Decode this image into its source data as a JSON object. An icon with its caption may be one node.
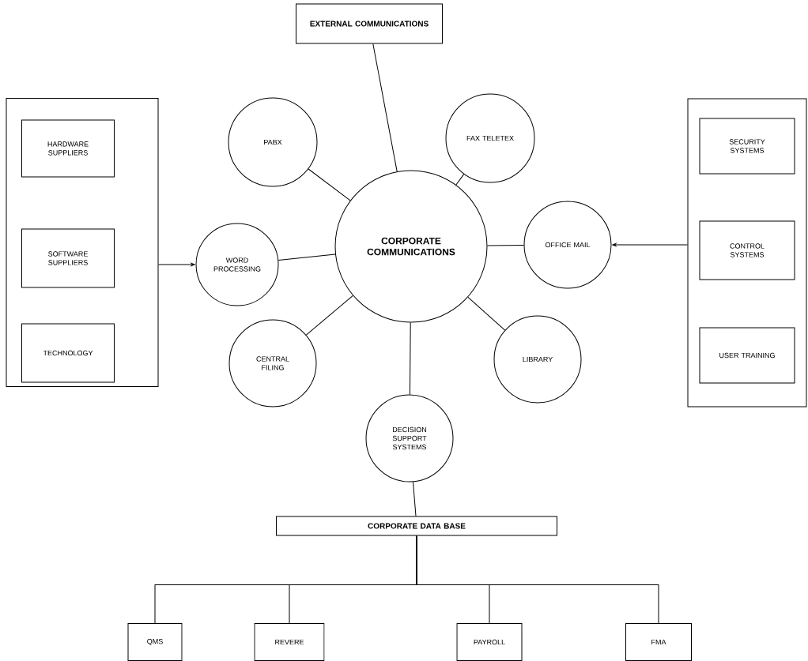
{
  "diagram": {
    "nodes": [
      {
        "text": [
          "EXTERNAL COMMUNICATIONS"
        ]
      },
      {
        "text": [],
        "shape": "box"
      },
      {
        "text": [
          "HARDWARE SUPPLIERS"
        ],
        "in": 1
      },
      {
        "text": [
          "SOFTWARE SUPPLIERS"
        ],
        "in": 1
      },
      {
        "text": [
          "TECHNOLOGY"
        ],
        "in": 1
      },
      {
        "text": [],
        "shape": "box"
      },
      {
        "text": [
          "SECURITY SYSTEMS"
        ],
        "in": 5
      },
      {
        "text": [
          "CONTROL SYSTEMS"
        ],
        "in": 5
      },
      {
        "text": [
          "USER TRAINING"
        ],
        "in": 5
      },
      {
        "text": [
          "CORPORATE COMMUNICATIONS"
        ]
      },
      {
        "text": [
          "PABX"
        ]
      },
      {
        "text": [
          "FAX TELETEX"
        ]
      },
      {
        "text": [
          "WORD PROCESSING"
        ]
      },
      {
        "text": [
          "OFFICE MAIL"
        ]
      },
      {
        "text": [
          "CENTRAL FILING"
        ]
      },
      {
        "text": [
          "LIBRARY"
        ]
      },
      {
        "text": [
          "DECISION SUPPORT SYSTEMS"
        ]
      },
      {
        "text": [
          "CORPORATE DATA BASE"
        ]
      },
      {
        "text": [
          "QMS"
        ]
      },
      {
        "text": [
          "REVERE"
        ]
      },
      {
        "text": [
          "PAYROLL"
        ]
      },
      {
        "text": [
          "FMA"
        ]
      }
    ],
    "edges": [
      {
        "from": 0,
        "to": 9,
        "arrow": "none"
      },
      {
        "from": 10,
        "to": 9,
        "arrow": "none"
      },
      {
        "from": 11,
        "to": 9,
        "arrow": "none"
      },
      {
        "from": 12,
        "to": 9,
        "arrow": "none"
      },
      {
        "from": 13,
        "to": 9,
        "arrow": "none"
      },
      {
        "from": 14,
        "to": 9,
        "arrow": "none"
      },
      {
        "from": 15,
        "to": 9,
        "arrow": "none"
      },
      {
        "from": 16,
        "to": 9,
        "arrow": "none"
      },
      {
        "from": 1,
        "to": 12,
        "arrow": "to"
      },
      {
        "from": 5,
        "to": 13,
        "arrow": "to"
      },
      {
        "from": 16,
        "to": 17,
        "arrow": "none"
      },
      {
        "from": 17,
        "to": 18,
        "arrow": "none"
      },
      {
        "from": 17,
        "to": 19,
        "arrow": "none"
      },
      {
        "from": 17,
        "to": 20,
        "arrow": "none"
      },
      {
        "from": 17,
        "to": 21,
        "arrow": "none"
      }
    ]
  }
}
